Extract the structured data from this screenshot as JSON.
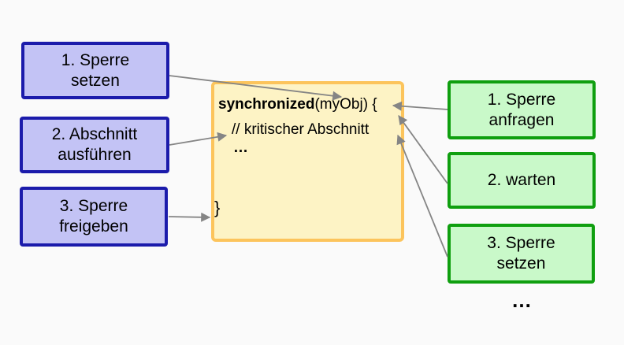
{
  "diagram": {
    "description_colors": {
      "background": "#fafafa",
      "holder_box_fill": "#c3c3f5",
      "holder_box_border": "#1b1bab",
      "waiter_box_fill": "#c9f9c9",
      "waiter_box_border": "#0f9f0f",
      "code_box_fill": "#fdf3c5",
      "code_box_border": "#fcc45c",
      "arrow_color": "#858585",
      "text_color": "#000000"
    },
    "left_column": {
      "items": [
        {
          "label": "1. Sperre\nsetzen"
        },
        {
          "label": "2. Abschnitt\nausführen"
        },
        {
          "label": "3. Sperre\nfreigeben"
        }
      ]
    },
    "right_column": {
      "items": [
        {
          "label": "1. Sperre\nanfragen"
        },
        {
          "label": "2. warten"
        },
        {
          "label": "3. Sperre\nsetzen"
        }
      ],
      "continuation_ellipsis": "…"
    },
    "code_box": {
      "keyword": "synchronized",
      "signature_rest": "(myObj) {",
      "comment_line": "// kritischer Abschnitt",
      "ellipsis_line": "…",
      "closing_brace": "}"
    }
  }
}
